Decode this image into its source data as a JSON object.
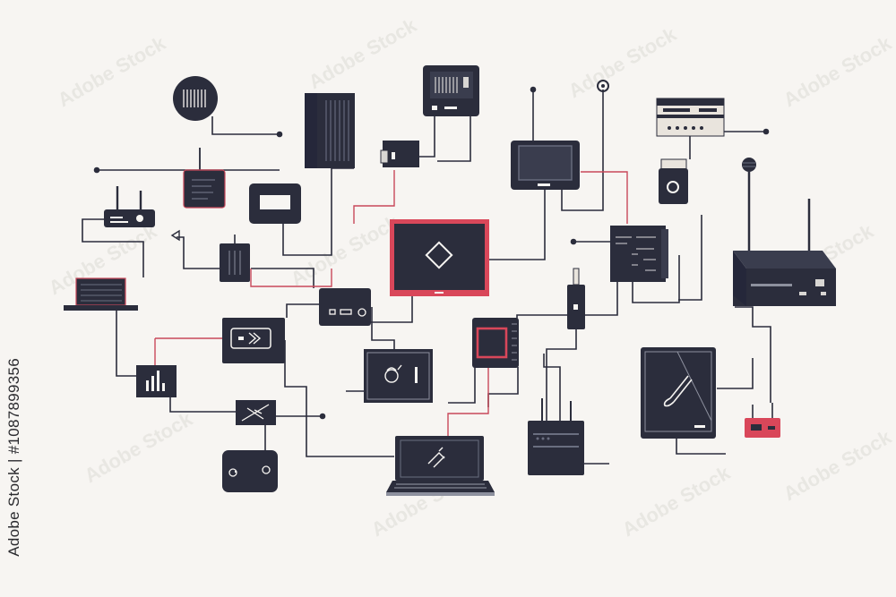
{
  "colors": {
    "background": "#f7f5f2",
    "device": "#2b2d3c",
    "device_light": "#3a3d4e",
    "accent_red": "#d9475a",
    "wire": "#2b2d3c",
    "wire_red": "#c9485a",
    "watermark": "#d8d6d3"
  },
  "watermark_text": "Adobe Stock",
  "stock_id_text": "Adobe Stock | #1087899356",
  "devices": [
    {
      "name": "round-speaker-device",
      "icon": "speaker-icon"
    },
    {
      "name": "server-tower-device",
      "icon": "server-icon"
    },
    {
      "name": "desktop-tower-device",
      "icon": "pc-tower-icon"
    },
    {
      "name": "wall-switch-device",
      "icon": "switch-icon"
    },
    {
      "name": "tv-monitor-device",
      "icon": "tv-icon"
    },
    {
      "name": "pin-node-device",
      "icon": "pin-icon"
    },
    {
      "name": "av-receiver-device",
      "icon": "receiver-icon"
    },
    {
      "name": "camera-device",
      "icon": "camera-icon"
    },
    {
      "name": "microphone-device",
      "icon": "microphone-icon"
    },
    {
      "name": "wifi-router-small-device",
      "icon": "router-icon"
    },
    {
      "name": "desk-phone-device",
      "icon": "phone-icon"
    },
    {
      "name": "small-display-device",
      "icon": "display-icon"
    },
    {
      "name": "central-hub-screen-device",
      "icon": "diamond-icon"
    },
    {
      "name": "control-panel-device",
      "icon": "panel-icon"
    },
    {
      "name": "large-router-device",
      "icon": "router-icon"
    },
    {
      "name": "docking-station-device",
      "icon": "dock-icon"
    },
    {
      "name": "rack-unit-device",
      "icon": "rack-icon"
    },
    {
      "name": "network-module-device",
      "icon": "module-icon"
    },
    {
      "name": "media-player-device",
      "icon": "media-icon"
    },
    {
      "name": "usb-stick-device",
      "icon": "usb-icon"
    },
    {
      "name": "chip-device",
      "icon": "chip-icon"
    },
    {
      "name": "signal-meter-device",
      "icon": "signal-bars-icon"
    },
    {
      "name": "art-tablet-device",
      "icon": "brush-icon"
    },
    {
      "name": "tablet-frame-device",
      "icon": "tablet-icon"
    },
    {
      "name": "drawing-tablet-device",
      "icon": "pen-icon"
    },
    {
      "name": "bluetooth-hub-device",
      "icon": "hub-icon"
    },
    {
      "name": "mini-modem-device",
      "icon": "modem-icon"
    },
    {
      "name": "game-controller-device",
      "icon": "controller-icon"
    },
    {
      "name": "laptop-device",
      "icon": "laptop-icon"
    },
    {
      "name": "access-point-device",
      "icon": "antenna-icon"
    },
    {
      "name": "red-radio-device",
      "icon": "radio-icon"
    }
  ]
}
